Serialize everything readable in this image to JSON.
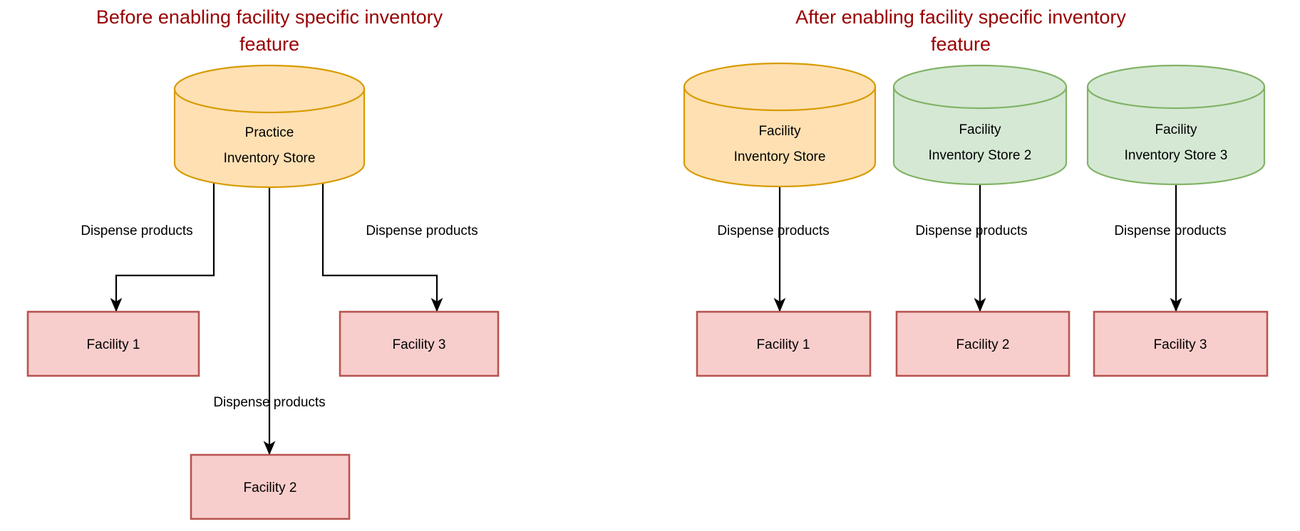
{
  "diagram": {
    "background_color": "#ffffff",
    "title_color": "#990000",
    "edge_color": "#000000",
    "panels": [
      {
        "id": "before",
        "title_line1": "Before enabling facility specific inventory",
        "title_line2": "feature",
        "store": {
          "name": "practice-inventory-store",
          "label_line1": "Practice",
          "label_line2": "Inventory Store",
          "fill_color": "#ffe0b3",
          "stroke_color": "#d79b00",
          "shape": "cylinder"
        },
        "edges": [
          {
            "label": "Dispense products",
            "target": "Facility 1"
          },
          {
            "label": "Dispense products",
            "target": "Facility 2"
          },
          {
            "label": "Dispense products",
            "target": "Facility 3"
          }
        ],
        "facilities": [
          {
            "label": "Facility 1",
            "fill_color": "#f8cecc",
            "stroke_color": "#b85450"
          },
          {
            "label": "Facility 3",
            "fill_color": "#f8cecc",
            "stroke_color": "#b85450"
          },
          {
            "label": "Facility 2",
            "fill_color": "#f8cecc",
            "stroke_color": "#b85450"
          }
        ]
      },
      {
        "id": "after",
        "title_line1": "After enabling facility specific inventory",
        "title_line2": "feature",
        "stores": [
          {
            "name": "facility-inventory-store-1",
            "label_line1": "Facility",
            "label_line2": "Inventory Store",
            "fill_color": "#ffe0b3",
            "stroke_color": "#d79b00",
            "shape": "cylinder"
          },
          {
            "name": "facility-inventory-store-2",
            "label_line1": "Facility",
            "label_line2": "Inventory Store 2",
            "fill_color": "#d5e8d4",
            "stroke_color": "#82b366",
            "shape": "cylinder"
          },
          {
            "name": "facility-inventory-store-3",
            "label_line1": "Facility",
            "label_line2": "Inventory Store 3",
            "fill_color": "#d5e8d4",
            "stroke_color": "#82b366",
            "shape": "cylinder"
          }
        ],
        "edges": [
          {
            "label": "Dispense products",
            "target": "Facility 1"
          },
          {
            "label": "Dispense products",
            "target": "Facility 2"
          },
          {
            "label": "Dispense products",
            "target": "Facility 3"
          }
        ],
        "facilities": [
          {
            "label": "Facility 1",
            "fill_color": "#f8cecc",
            "stroke_color": "#b85450"
          },
          {
            "label": "Facility 2",
            "fill_color": "#f8cecc",
            "stroke_color": "#b85450"
          },
          {
            "label": "Facility 3",
            "fill_color": "#f8cecc",
            "stroke_color": "#b85450"
          }
        ]
      }
    ]
  }
}
